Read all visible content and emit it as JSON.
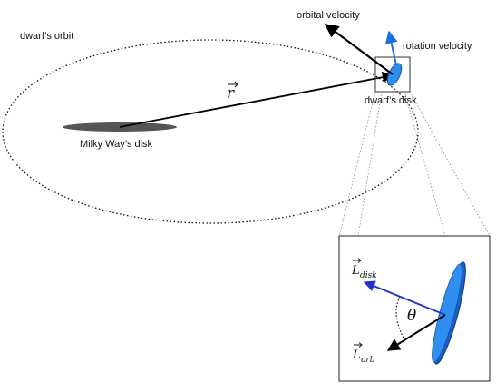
{
  "labels": {
    "orbit": "dwarf’s orbit",
    "orbital_velocity": "orbital velocity",
    "rotation_velocity": "rotation velocity",
    "dwarf_disk": "dwarf’s disk",
    "milky_way_disk": "Milky Way’s disk",
    "position_vector": "r",
    "angle": "θ",
    "l_disk_main": "L",
    "l_disk_sub": "disk",
    "l_orb_main": "L",
    "l_orb_sub": "orb"
  },
  "colors": {
    "dwarf_disk": "#2f8ff0",
    "disk_vector": "#2233cc",
    "milky_way": "#555555",
    "line": "#000000"
  }
}
